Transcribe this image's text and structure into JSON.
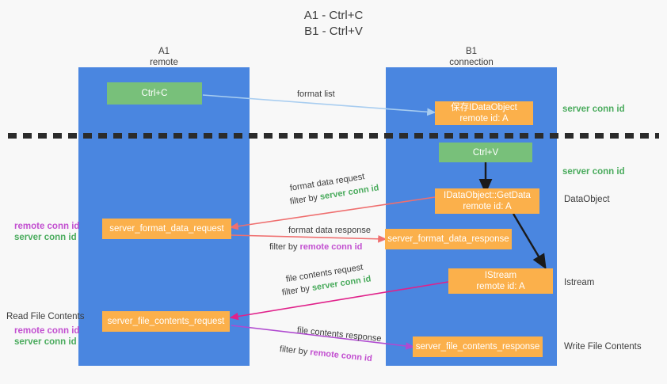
{
  "title": {
    "line1": "A1 - Ctrl+C",
    "line2": "B1 - Ctrl+V"
  },
  "columns": [
    {
      "name": "A1",
      "role": "remote"
    },
    {
      "name": "B1",
      "role": "connection"
    }
  ],
  "nodes": {
    "ctrl_c": "Ctrl+C",
    "ctrl_v": "Ctrl+V",
    "save_dataobject_l1": "保存IDataObject",
    "save_dataobject_l2": "remote id: A",
    "getdata_l1": "IDataObject::GetData",
    "getdata_l2": "remote id: A",
    "istream_l1": "IStream",
    "istream_l2": "remote id: A",
    "server_format_data_request": "server_format_data_request",
    "server_format_data_response": "server_format_data_response",
    "server_file_contents_request": "server_file_contents_request",
    "server_file_contents_response": "server_file_contents_response"
  },
  "edges": {
    "format_list": "format list",
    "format_data_request": "format data request",
    "format_data_request_filter_prefix": "filter by ",
    "format_data_request_filter_value": "server conn id",
    "format_data_response": "format data response",
    "format_data_response_filter_prefix": "filter by ",
    "format_data_response_filter_value": "remote conn id",
    "file_contents_request": "file contents request",
    "file_contents_request_filter_prefix": "filter by ",
    "file_contents_request_filter_value": "server conn id",
    "file_contents_response": "file contents response",
    "file_contents_response_filter_prefix": "filter by ",
    "file_contents_response_filter_value": "remote conn id"
  },
  "annotations": {
    "right_server_conn_id_top": "server conn id",
    "right_server_conn_id_mid": "server conn id",
    "right_dataobject": "DataObject",
    "right_istream": "Istream",
    "right_write_file_contents": "Write File Contents",
    "left_remote_conn_id_mid": "remote conn id",
    "left_server_conn_id_mid": "server conn id",
    "left_read_file_contents": "Read File Contents",
    "left_remote_conn_id_bottom": "remote conn id",
    "left_server_conn_id_bottom": "server conn id"
  },
  "colors": {
    "lane": "#4a86e0",
    "node_green": "#78c07a",
    "node_orange": "#fbb04b",
    "label_green": "#4aab5d",
    "label_purple": "#c24fd0",
    "arrow_blue": "#a8cdf0",
    "arrow_red": "#ef6f6f",
    "arrow_magenta": "#e0218a",
    "arrow_purple": "#b04ad0",
    "arrow_black": "#1a1a1a",
    "background": "#f8f8f8"
  }
}
